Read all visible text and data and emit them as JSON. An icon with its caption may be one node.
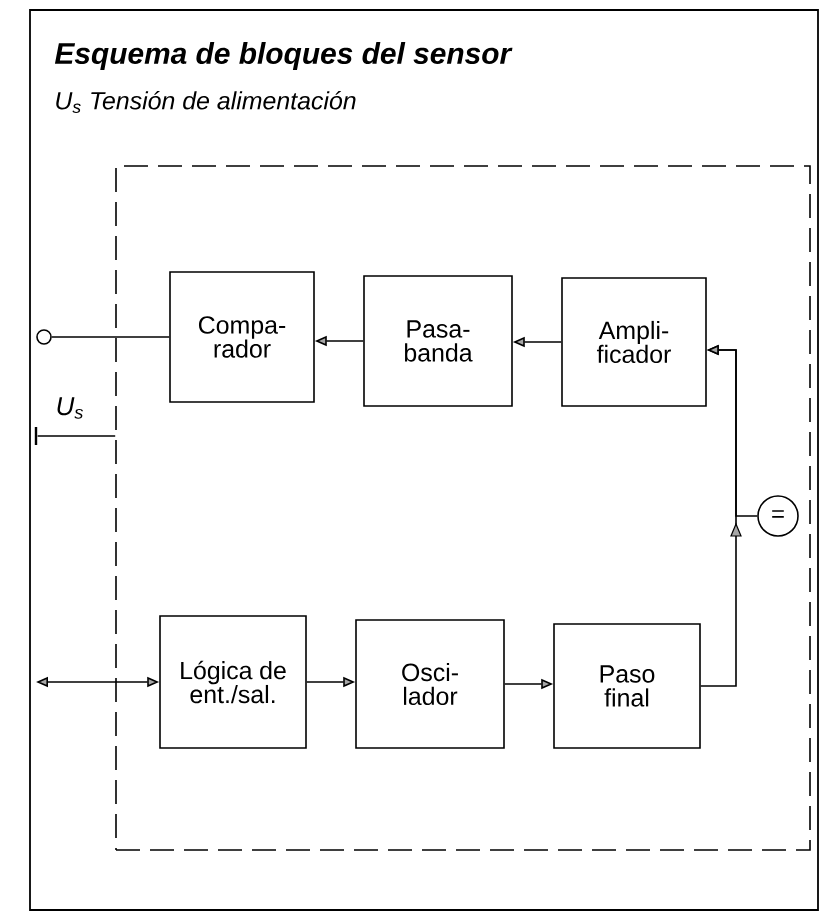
{
  "diagram": {
    "title": "Esquema de bloques del sensor",
    "nodes": [
      {
        "text": [],
        "shape": "box"
      },
      {
        "text": [
          "Compa- rador"
        ],
        "in": 0
      },
      {
        "text": [
          "Pasa- banda"
        ],
        "in": 0
      },
      {
        "text": [
          "Ampli- ficador"
        ],
        "in": 0
      },
      {
        "text": [
          "Lógica de ent./sal."
        ],
        "in": 0
      },
      {
        "text": [
          "Osci- lador"
        ],
        "in": 0
      },
      {
        "text": [
          "Paso final"
        ],
        "in": 0
      },
      {
        "text": [
          "="
        ],
        "in": 0
      },
      {
        "text": [],
        "shape": "circle"
      },
      {
        "text": [],
        "shape": "bar",
        "beside": [
          "U$_{s}$"
        ]
      }
    ],
    "edges": [
      {
        "from": 3,
        "to": 2,
        "arrow": "to"
      },
      {
        "from": 2,
        "to": 1,
        "arrow": "to"
      },
      {
        "from": 1,
        "to": 8,
        "arrow": "none"
      },
      {
        "from": 9,
        "to": 0,
        "arrow": "none"
      },
      {
        "from": null,
        "to": 4,
        "arrow": "both"
      },
      {
        "from": 4,
        "to": 5,
        "arrow": "to"
      },
      {
        "from": 5,
        "to": 6,
        "arrow": "to"
      },
      {
        "from": 6,
        "to": 3,
        "arrow": "to"
      },
      {
        "from": 7,
        "to": 3,
        "arrow": "to"
      }
    ],
    "labels": [
      "U$_{s}$ Tensión de alimentación"
    ]
  }
}
